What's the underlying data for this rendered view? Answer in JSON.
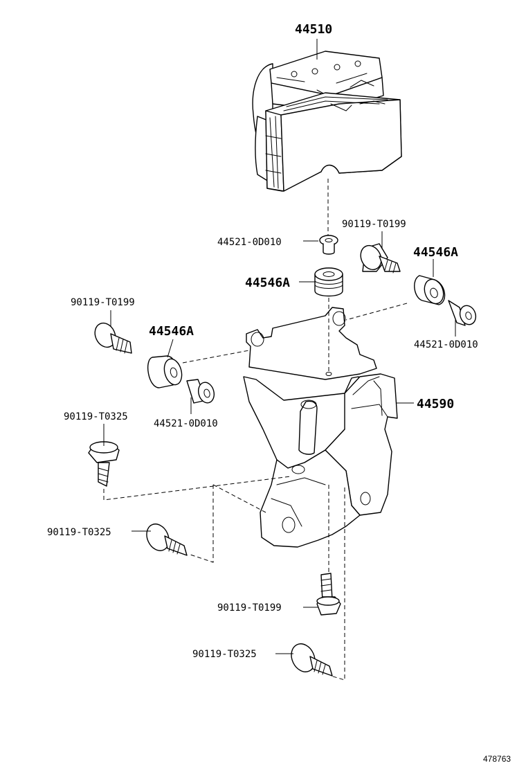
{
  "labels": {
    "actuator": "44510",
    "bracket": "44590",
    "cushion_center": "44546A",
    "cushion_right": "44546A",
    "cushion_left": "44546A",
    "collar_center": "44521-0D010",
    "collar_right": "44521-0D010",
    "collar_left": "44521-0D010",
    "bolt_right_top": "90119-T0199",
    "bolt_left_top": "90119-T0199",
    "bolt_left_mid": "90119-T0325",
    "bolt_left_low": "90119-T0325",
    "bolt_bottom_vertical": "90119-T0199",
    "bolt_bottom": "90119-T0325"
  },
  "diagram_id": "478763"
}
